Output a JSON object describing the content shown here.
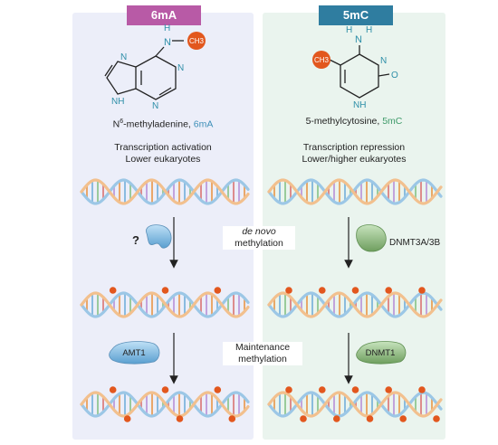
{
  "columns": {
    "left": {
      "title": "6mA",
      "molecule_name": "N6-methyladenine, ",
      "molecule_prefix": "N",
      "molecule_sup": "6",
      "molecule_rest": "-methyladenine, ",
      "molecule_abbr": "6mA",
      "role_line1": "Transcription activation",
      "role_line2": "Lower eukaryotes",
      "enzyme_unknown": "?",
      "enzyme_maintenance": "AMT1"
    },
    "right": {
      "title": "5mC",
      "molecule_name": "5-methylcytosine, ",
      "molecule_abbr": "5mC",
      "role_line1": "Transcription repression",
      "role_line2": "Lower/higher eukaryotes",
      "enzyme_denovo": "DNMT3A/3B",
      "enzyme_maintenance": "DNMT1"
    }
  },
  "center": {
    "denovo_line1": "de novo",
    "denovo_line2": "methylation",
    "maint_line1": "Maintenance",
    "maint_line2": "methylation"
  },
  "chem": {
    "H": "H",
    "N": "N",
    "O": "O",
    "CH3": "CH3",
    "NH": "NH"
  },
  "colors": {
    "left_panel": "#eceef9",
    "right_panel": "#eaf4ee",
    "badge_6ma": "#b85aa6",
    "badge_5mc": "#2f7da0",
    "methyl": "#e2571e",
    "abbr_6ma": "#3d8fb8",
    "abbr_5mc": "#3f9a6a",
    "strand_blue": "#9cc7e6",
    "strand_orange": "#f2c08e"
  }
}
